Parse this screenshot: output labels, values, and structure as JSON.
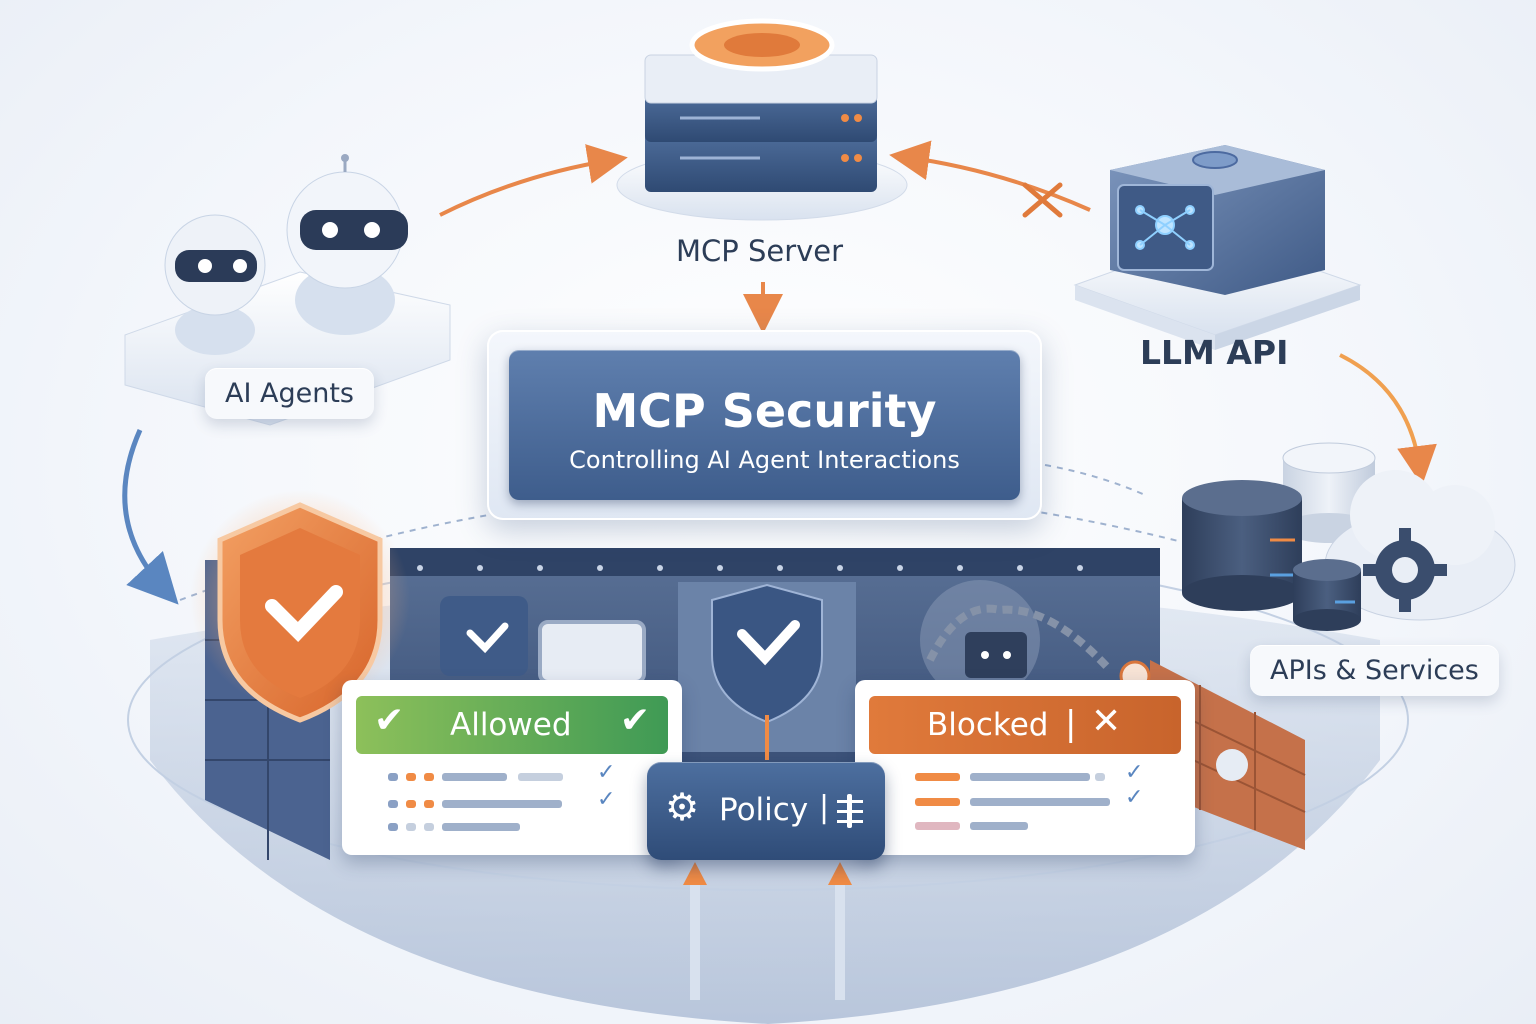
{
  "diagram": {
    "title": "MCP Security",
    "subtitle": "Controlling AI Agent Interactions",
    "nodes": {
      "mcp_server": "MCP Server",
      "ai_agents": "AI Agents",
      "llm_api": "LLM API",
      "apis_services": "APIs & Services"
    },
    "allowed_panel": {
      "label": "Allowed",
      "icon": "check-icon"
    },
    "blocked_panel": {
      "label": "Blocked",
      "icon": "x-icon"
    },
    "policy": {
      "label": "Policy",
      "icons": [
        "gear-icon",
        "sliders-icon"
      ]
    },
    "colors": {
      "primary": "#3e5d8c",
      "accent_orange": "#e07a3b",
      "allowed_green": "#3f9a55",
      "blocked_orange": "#c8642c"
    }
  }
}
